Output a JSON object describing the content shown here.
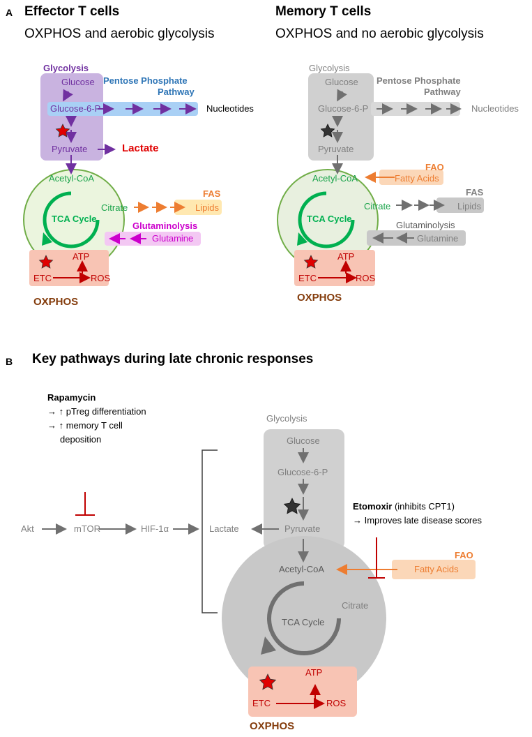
{
  "panelA": {
    "letter": "A",
    "effector": {
      "title": "Effector T cells",
      "subtitle": "OXPHOS and aerobic glycolysis",
      "glycolysis": "Glycolysis",
      "glucose": "Glucose",
      "ppp_line1": "Pentose Phosphate",
      "ppp_line2": "Pathway",
      "g6p": "Glucose-6-P",
      "nucleotides": "Nucleotides",
      "pyruvate": "Pyruvate",
      "lactate": "Lactate",
      "acetylcoa": "Acetyl-CoA",
      "citrate": "Citrate",
      "fas": "FAS",
      "lipids": "Lipids",
      "tca": "TCA Cycle",
      "glutaminolysis": "Glutaminolysis",
      "glutamine": "Glutamine",
      "atp": "ATP",
      "etc": "ETC",
      "ros": "ROS",
      "oxphos": "OXPHOS"
    },
    "memory": {
      "title": "Memory T cells",
      "subtitle": "OXPHOS and no aerobic glycolysis",
      "glycolysis": "Glycolysis",
      "glucose": "Glucose",
      "ppp_line1": "Pentose Phosphate",
      "ppp_line2": "Pathway",
      "g6p": "Glucose-6-P",
      "nucleotides": "Nucleotides",
      "pyruvate": "Pyruvate",
      "fao": "FAO",
      "fattyacids": "Fatty Acids",
      "acetylcoa": "Acetyl-CoA",
      "citrate": "Citrate",
      "fas": "FAS",
      "lipids": "Lipids",
      "tca": "TCA Cycle",
      "glutaminolysis": "Glutaminolysis",
      "glutamine": "Glutamine",
      "atp": "ATP",
      "etc": "ETC",
      "ros": "ROS",
      "oxphos": "OXPHOS"
    }
  },
  "panelB": {
    "letter": "B",
    "title": "Key pathways during late chronic responses",
    "rapamycin": "Rapamycin",
    "rap_line1": "→ ↑ pTreg differentiation",
    "rap_line2": "→ ↑ memory T cell",
    "rap_line3": "deposition",
    "akt": "Akt",
    "mtor": "mTOR",
    "hif": "HIF-1α",
    "lactate": "Lactate",
    "glycolysis": "Glycolysis",
    "glucose": "Glucose",
    "g6p": "Glucose-6-P",
    "pyruvate": "Pyruvate",
    "etomoxir": "Etomoxir",
    "etomoxir_note": "(inhibits CPT1)",
    "etomoxir_effect": "→ Improves late disease scores",
    "fao": "FAO",
    "fattyacids": "Fatty Acids",
    "acetylcoa": "Acetyl-CoA",
    "citrate": "Citrate",
    "tca": "TCA Cycle",
    "atp": "ATP",
    "etc": "ETC",
    "ros": "ROS",
    "oxphos": "OXPHOS"
  },
  "colors": {
    "purple": "#7030a0",
    "purple_box": "#c9b3e0",
    "blue_box": "#a9d0f5",
    "blue_text": "#2e75b6",
    "green": "#00b050",
    "green_dark": "#1aa34a",
    "orange": "#ed7d31",
    "orange_box": "#fbd7b8",
    "yellow_box": "#ffe8b0",
    "magenta": "#cc00cc",
    "magenta_box": "#f3c8f3",
    "red": "#c00000",
    "lactate_red": "#e00000",
    "salmon_box": "#f8c4b4",
    "oxphos_brown": "#843c0c",
    "grey": "#7f7f7f",
    "grey_box": "#d0d0d0",
    "grey_circle": "#c8c8c8"
  }
}
